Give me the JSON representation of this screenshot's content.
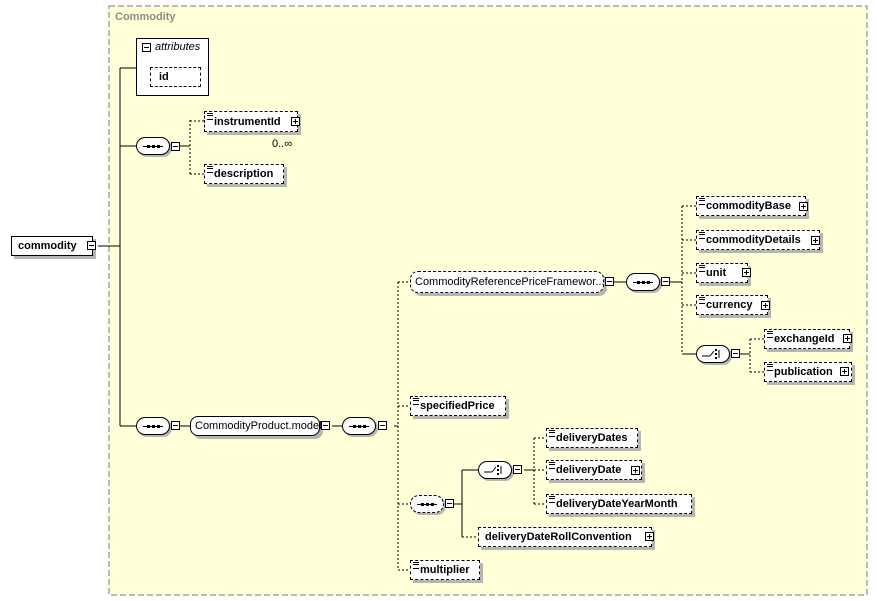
{
  "group": {
    "title": "Commodity"
  },
  "root": {
    "label": "commodity"
  },
  "attributes": {
    "title": "attributes",
    "items": [
      "id"
    ]
  },
  "elements": {
    "instrumentId": "instrumentId",
    "instrumentId_cardinality": "0..∞",
    "description": "description",
    "commodityProductModel": "CommodityProduct.model",
    "commodityReferencePriceFramework": "CommodityReferencePriceFramewor...",
    "commodityBase": "commodityBase",
    "commodityDetails": "commodityDetails",
    "unit": "unit",
    "currency": "currency",
    "exchangeId": "exchangeId",
    "publication": "publication",
    "specifiedPrice": "specifiedPrice",
    "deliveryDates": "deliveryDates",
    "deliveryDate": "deliveryDate",
    "deliveryDateYearMonth": "deliveryDateYearMonth",
    "deliveryDateRollConvention": "deliveryDateRollConvention",
    "multiplier": "multiplier"
  },
  "colors": {
    "group_fill": "#ffffd8",
    "group_border": "#7a7a7a",
    "title_text": "#8a8a8a"
  }
}
